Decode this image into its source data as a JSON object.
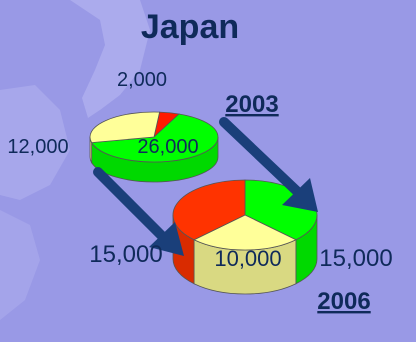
{
  "chart_data": [
    {
      "type": "pie",
      "title": "2003",
      "slices": [
        {
          "label": "2,000",
          "value": 2000,
          "color": "#ff1a00"
        },
        {
          "label": "26,000",
          "value": 26000,
          "color": "#00ff00"
        },
        {
          "label": "12,000",
          "value": 12000,
          "color": "#ffff99"
        }
      ]
    },
    {
      "type": "pie",
      "title": "2006",
      "slices": [
        {
          "label": "15,000",
          "value": 15000,
          "color": "#00ff00"
        },
        {
          "label": "10,000",
          "value": 10000,
          "color": "#ffff99"
        },
        {
          "label": "15,000",
          "value": 15000,
          "color": "#ff3300"
        }
      ]
    }
  ],
  "header": {
    "title": "Japan"
  },
  "colors": {
    "background": "#9999e6",
    "land": "#b9b9f2",
    "arrow": "#1a3f7a",
    "text": "#0f2a5a"
  }
}
